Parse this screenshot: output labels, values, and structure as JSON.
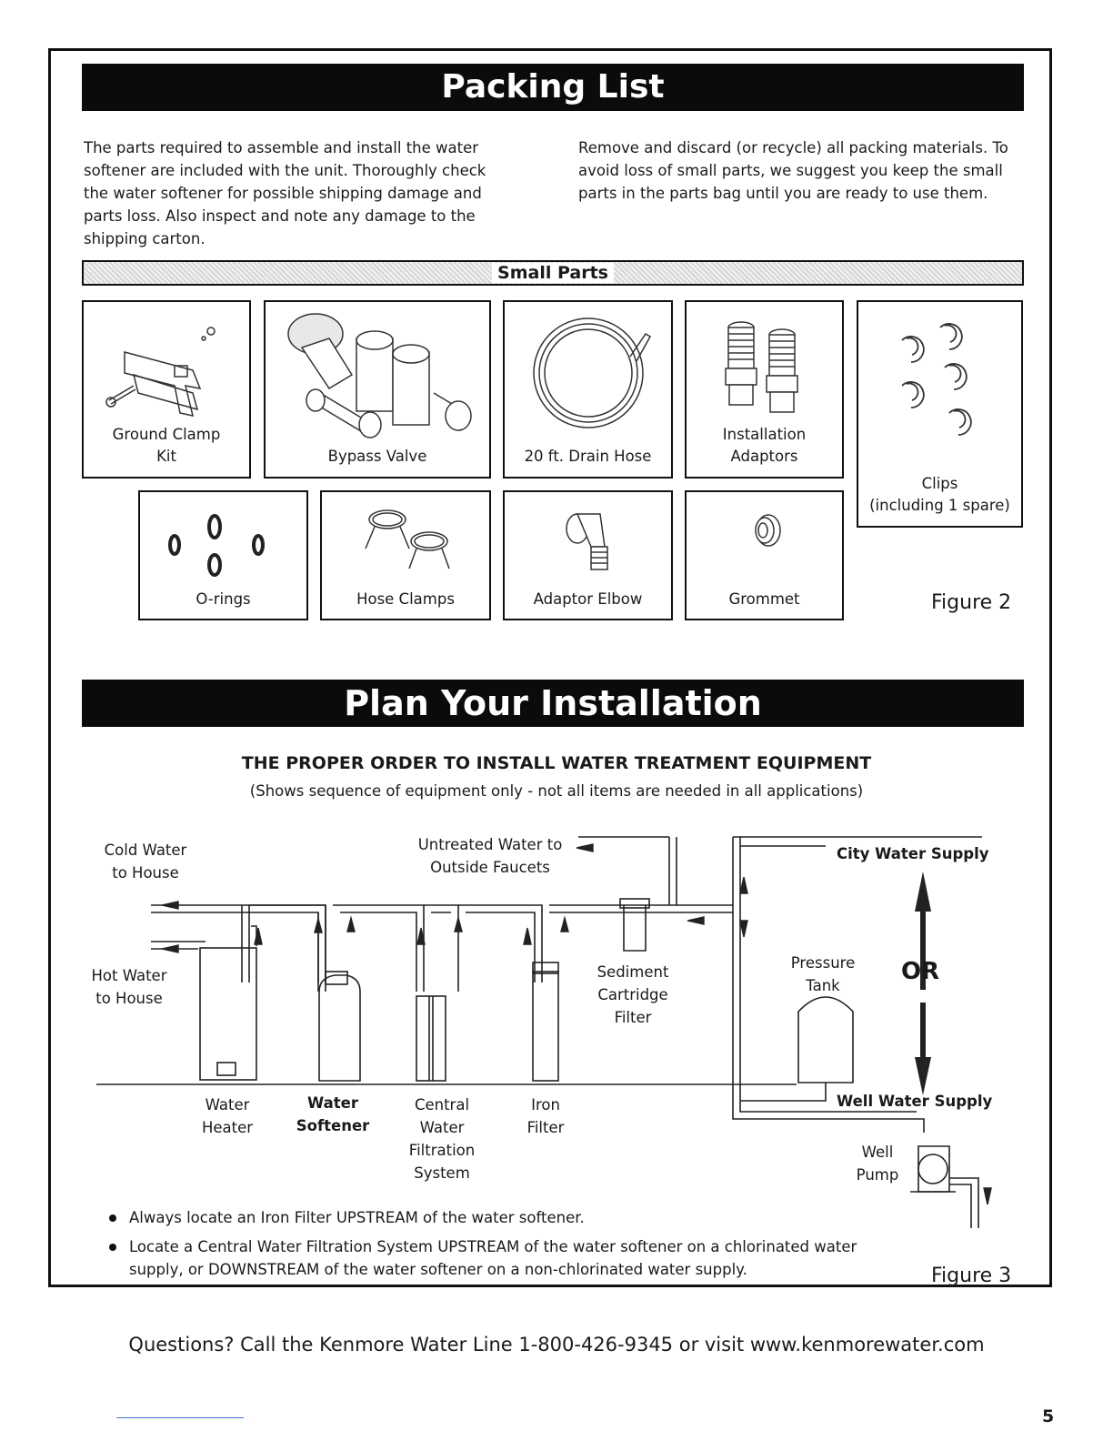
{
  "packing": {
    "title": "Packing List",
    "intro_left": "The parts required to assemble and install the water softener are included with the unit. Thoroughly check the water softener for possible shipping damage and parts loss. Also inspect and note any damage to the shipping carton.",
    "intro_right": "Remove and discard (or recycle) all packing materials. To avoid loss of small parts, we suggest you keep the small parts in the parts bag until you are ready to use them.",
    "small_parts_title": "Small Parts",
    "parts": {
      "ground_clamp": [
        "Ground Clamp",
        "Kit"
      ],
      "bypass_valve": "Bypass Valve",
      "drain_hose": "20 ft. Drain Hose",
      "install_adaptors": [
        "Installation",
        "Adaptors"
      ],
      "clips": [
        "Clips",
        "(including 1 spare)"
      ],
      "orings": "O-rings",
      "hose_clamps": "Hose Clamps",
      "adaptor_elbow": "Adaptor Elbow",
      "grommet": "Grommet"
    },
    "figure": "Figure 2"
  },
  "plan": {
    "title": "Plan Your Installation",
    "heading": "THE PROPER ORDER TO INSTALL WATER TREATMENT EQUIPMENT",
    "subheading": "(Shows sequence of equipment only - not all items are needed in all applications)",
    "labels": {
      "cold_water": [
        "Cold Water",
        "to House"
      ],
      "hot_water": [
        "Hot Water",
        "to House"
      ],
      "untreated": [
        "Untreated Water to",
        "Outside Faucets"
      ],
      "city": "City Water Supply",
      "well_supply": "Well Water Supply",
      "or": "OR",
      "pressure_tank": [
        "Pressure",
        "Tank"
      ],
      "sediment": [
        "Sediment",
        "Cartridge",
        "Filter"
      ],
      "water_heater": [
        "Water",
        "Heater"
      ],
      "water_softener": [
        "Water",
        "Softener"
      ],
      "central": [
        "Central",
        "Water",
        "Filtration",
        "System"
      ],
      "iron": [
        "Iron",
        "Filter"
      ],
      "well_pump": [
        "Well",
        "Pump"
      ]
    },
    "bullets": [
      "Always locate an Iron Filter UPSTREAM of the water softener.",
      "Locate a Central Water Filtration System UPSTREAM of the water softener on a chlorinated water supply, or DOWNSTREAM of the water softener on a non-chlorinated water supply."
    ],
    "figure": "Figure 3"
  },
  "footer": "Questions? Call the Kenmore Water Line 1-800-426-9345 or visit www.kenmorewater.com",
  "page_number": "5"
}
